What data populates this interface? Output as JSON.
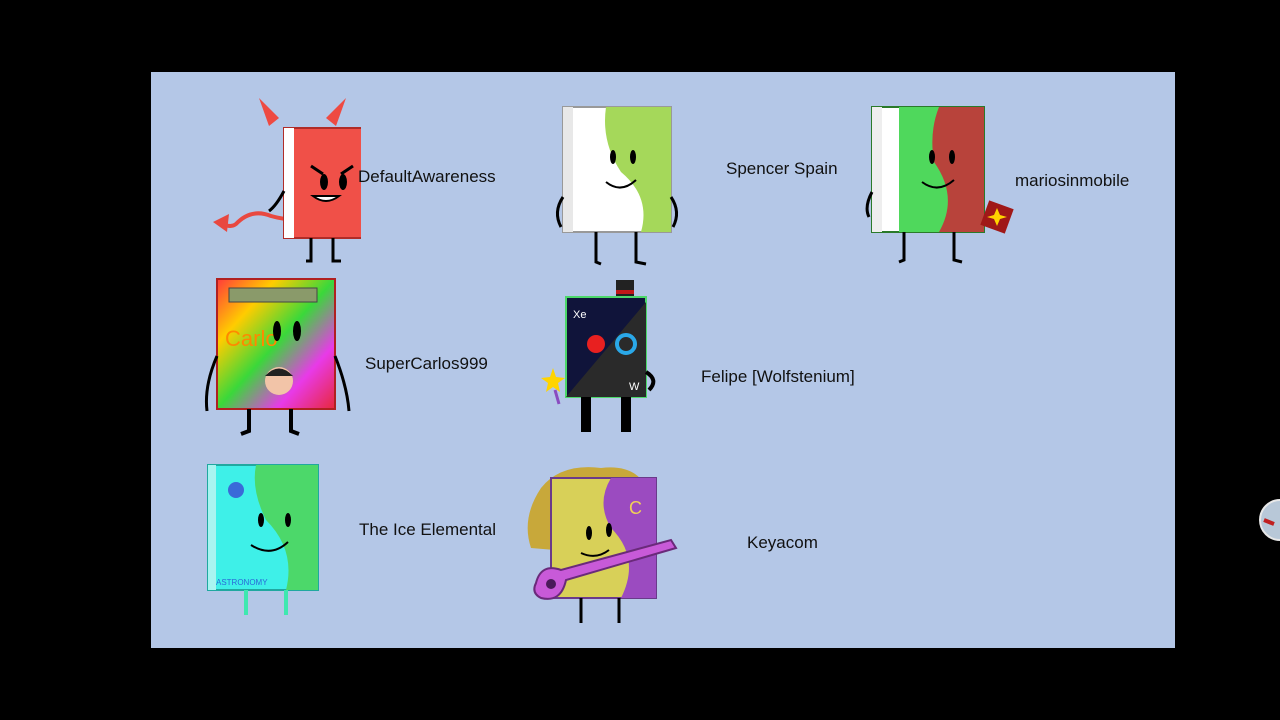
{
  "slide": {
    "background": "#b4c7e7",
    "characters": [
      {
        "name": "DefaultAwareness",
        "book_color": "#ef4a42",
        "accessory": "devil-horns-and-tail"
      },
      {
        "name": "Spencer Spain",
        "book_colors": [
          "#ffffff",
          "#a5d85a"
        ]
      },
      {
        "name": "mariosinmobile",
        "book_colors": [
          "#ffffff",
          "#4fd85c",
          "#b8433b"
        ],
        "accessory": "star-card"
      },
      {
        "name": "SuperCarlos999",
        "book_color": "rainbow",
        "accessory": "calculator-screen"
      },
      {
        "name": "Felipe [Wolfstenium]",
        "book_colors": [
          "#10143a",
          "#2a2a2a"
        ],
        "cover_text": [
          "Xe",
          "W"
        ],
        "accessory": "top-hat-and-star-wand"
      },
      {
        "name": "The Ice Elemental",
        "book_colors": [
          "#3ef0e8",
          "#4cd86a"
        ],
        "cover_text": "ASTRONOMY"
      },
      {
        "name": "Keyacom",
        "book_colors": [
          "#d8d058",
          "#9b4bc0"
        ],
        "cover_text": "C",
        "accessory": "purple-guitar"
      }
    ]
  }
}
